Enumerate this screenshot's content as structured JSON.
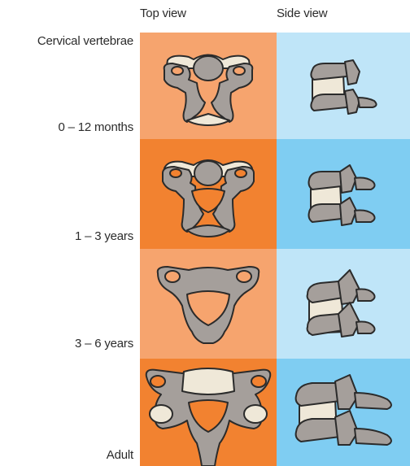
{
  "headers": {
    "top_view": "Top view",
    "side_view": "Side view"
  },
  "row_title": "Cervical vertebrae",
  "stages": [
    {
      "label": "0 – 12 months",
      "top_color": "#f6a46e",
      "side_color": "#bfe5f8"
    },
    {
      "label": "1 – 3 years",
      "top_color": "#f28230",
      "side_color": "#7fcdf2"
    },
    {
      "label": "3 – 6 years",
      "top_color": "#f6a46e",
      "side_color": "#bfe5f8"
    },
    {
      "label": "Adult",
      "top_color": "#f28230",
      "side_color": "#7fcdf2"
    }
  ],
  "colors": {
    "bone": "#a59f9b",
    "cartilage": "#efe8d8",
    "outline": "#2b2b2b"
  }
}
